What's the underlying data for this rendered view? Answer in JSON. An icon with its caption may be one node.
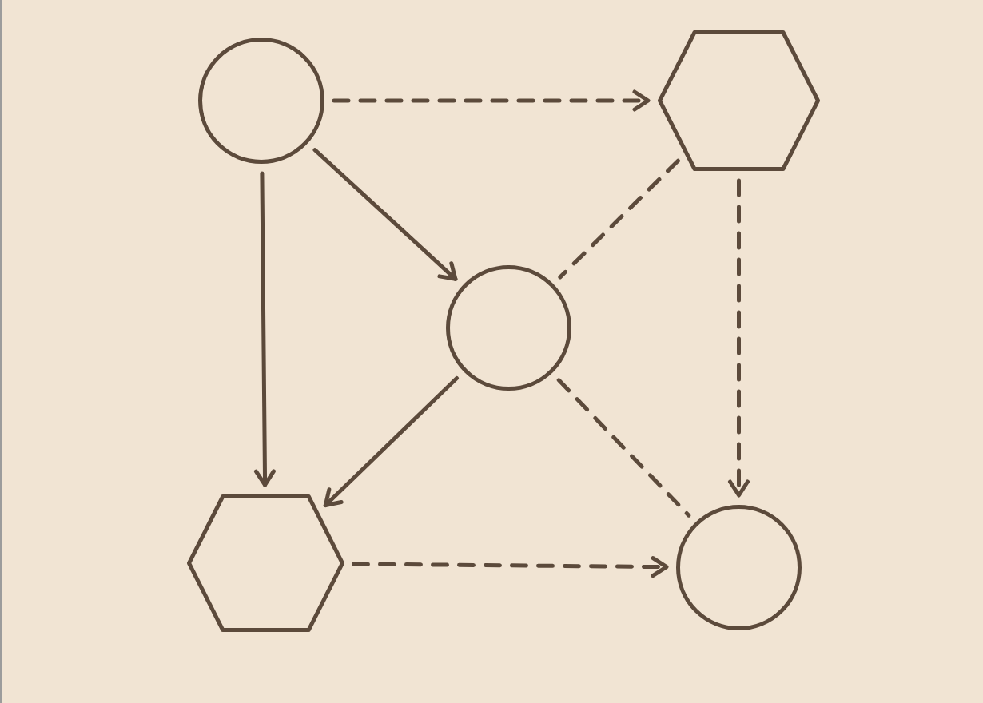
{
  "diagram": {
    "nodes": [
      {
        "text": [],
        "shape": "circle"
      },
      {
        "text": [],
        "shape": "hexagon"
      },
      {
        "text": [],
        "shape": "circle"
      },
      {
        "text": [],
        "shape": "hexagon"
      },
      {
        "text": [],
        "shape": "circle"
      }
    ],
    "edges": [
      {
        "from": 0,
        "to": 1,
        "arrow": "to",
        "style": "dashed"
      },
      {
        "from": 0,
        "to": 2,
        "arrow": "to"
      },
      {
        "from": 0,
        "to": 3,
        "arrow": "to"
      },
      {
        "from": 1,
        "to": 2,
        "arrow": "none",
        "style": "dashed"
      },
      {
        "from": 1,
        "to": 4,
        "arrow": "to",
        "style": "dashed"
      },
      {
        "from": 2,
        "to": 3,
        "arrow": "to"
      },
      {
        "from": 2,
        "to": 4,
        "arrow": "none",
        "style": "dashed"
      },
      {
        "from": 3,
        "to": 4,
        "arrow": "to",
        "style": "dashed"
      }
    ]
  }
}
